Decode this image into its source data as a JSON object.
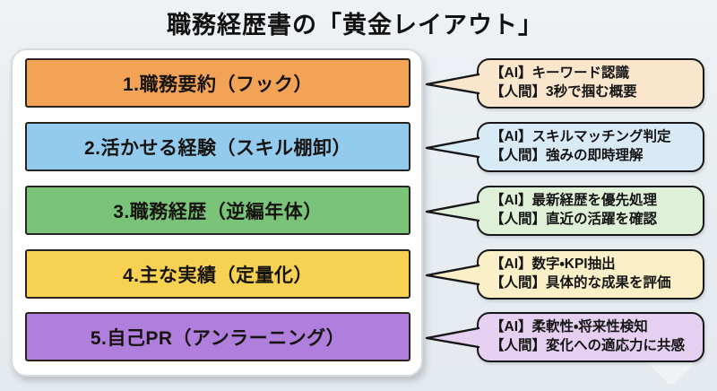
{
  "title": "職務経歴書の「黄金レイアウト」",
  "colors": {
    "page_bg": "#e9eef2",
    "panel_bg": "#ffffff",
    "panel_border": "#d6dbdf",
    "outline": "#17171a"
  },
  "rows": [
    {
      "bar_label": "1.職務要約（フック）",
      "bar_color": "#f2a356",
      "callout_color": "#fae6cc",
      "callout_lines": [
        "【AI】キーワード認識",
        "【人間】3秒で掴む概要"
      ]
    },
    {
      "bar_label": "2.活かせる経験（スキル棚卸）",
      "bar_color": "#92cbee",
      "callout_color": "#d9eaf7",
      "callout_lines": [
        "【AI】スキルマッチング判定",
        "【人間】強みの即時理解"
      ]
    },
    {
      "bar_label": "3.職務経歴（逆編年体）",
      "bar_color": "#7ac479",
      "callout_color": "#dff0d9",
      "callout_lines": [
        "【AI】最新経歴を優先処理",
        "【人間】直近の活躍を確認"
      ]
    },
    {
      "bar_label": "4.主な実績（定量化）",
      "bar_color": "#f6d152",
      "callout_color": "#faefc6",
      "callout_lines": [
        "【AI】数字・KPI抽出",
        "【人間】具体的な成果を評価"
      ]
    },
    {
      "bar_label": "5.自己PR（アンラーニング）",
      "bar_color": "#b07edc",
      "callout_color": "#e6d0f1",
      "callout_lines": [
        "【AI】柔軟性・将来性検知",
        "【人間】変化への適応力に共感"
      ]
    }
  ]
}
